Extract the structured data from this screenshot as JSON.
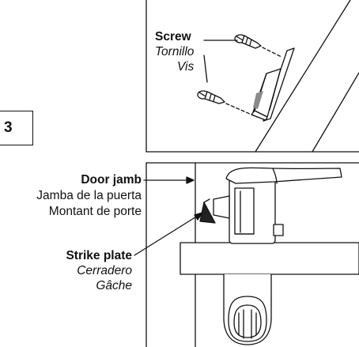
{
  "step": {
    "number": "3"
  },
  "screw": {
    "en": "Screw",
    "es": "Tornillo",
    "fr": "Vis"
  },
  "door_jamb": {
    "en": "Door jamb",
    "es": "Jamba de la puerta",
    "fr": "Montant de porte"
  },
  "strike_plate": {
    "en": "Strike plate",
    "es": "Cerradero",
    "fr": "Gâche"
  }
}
